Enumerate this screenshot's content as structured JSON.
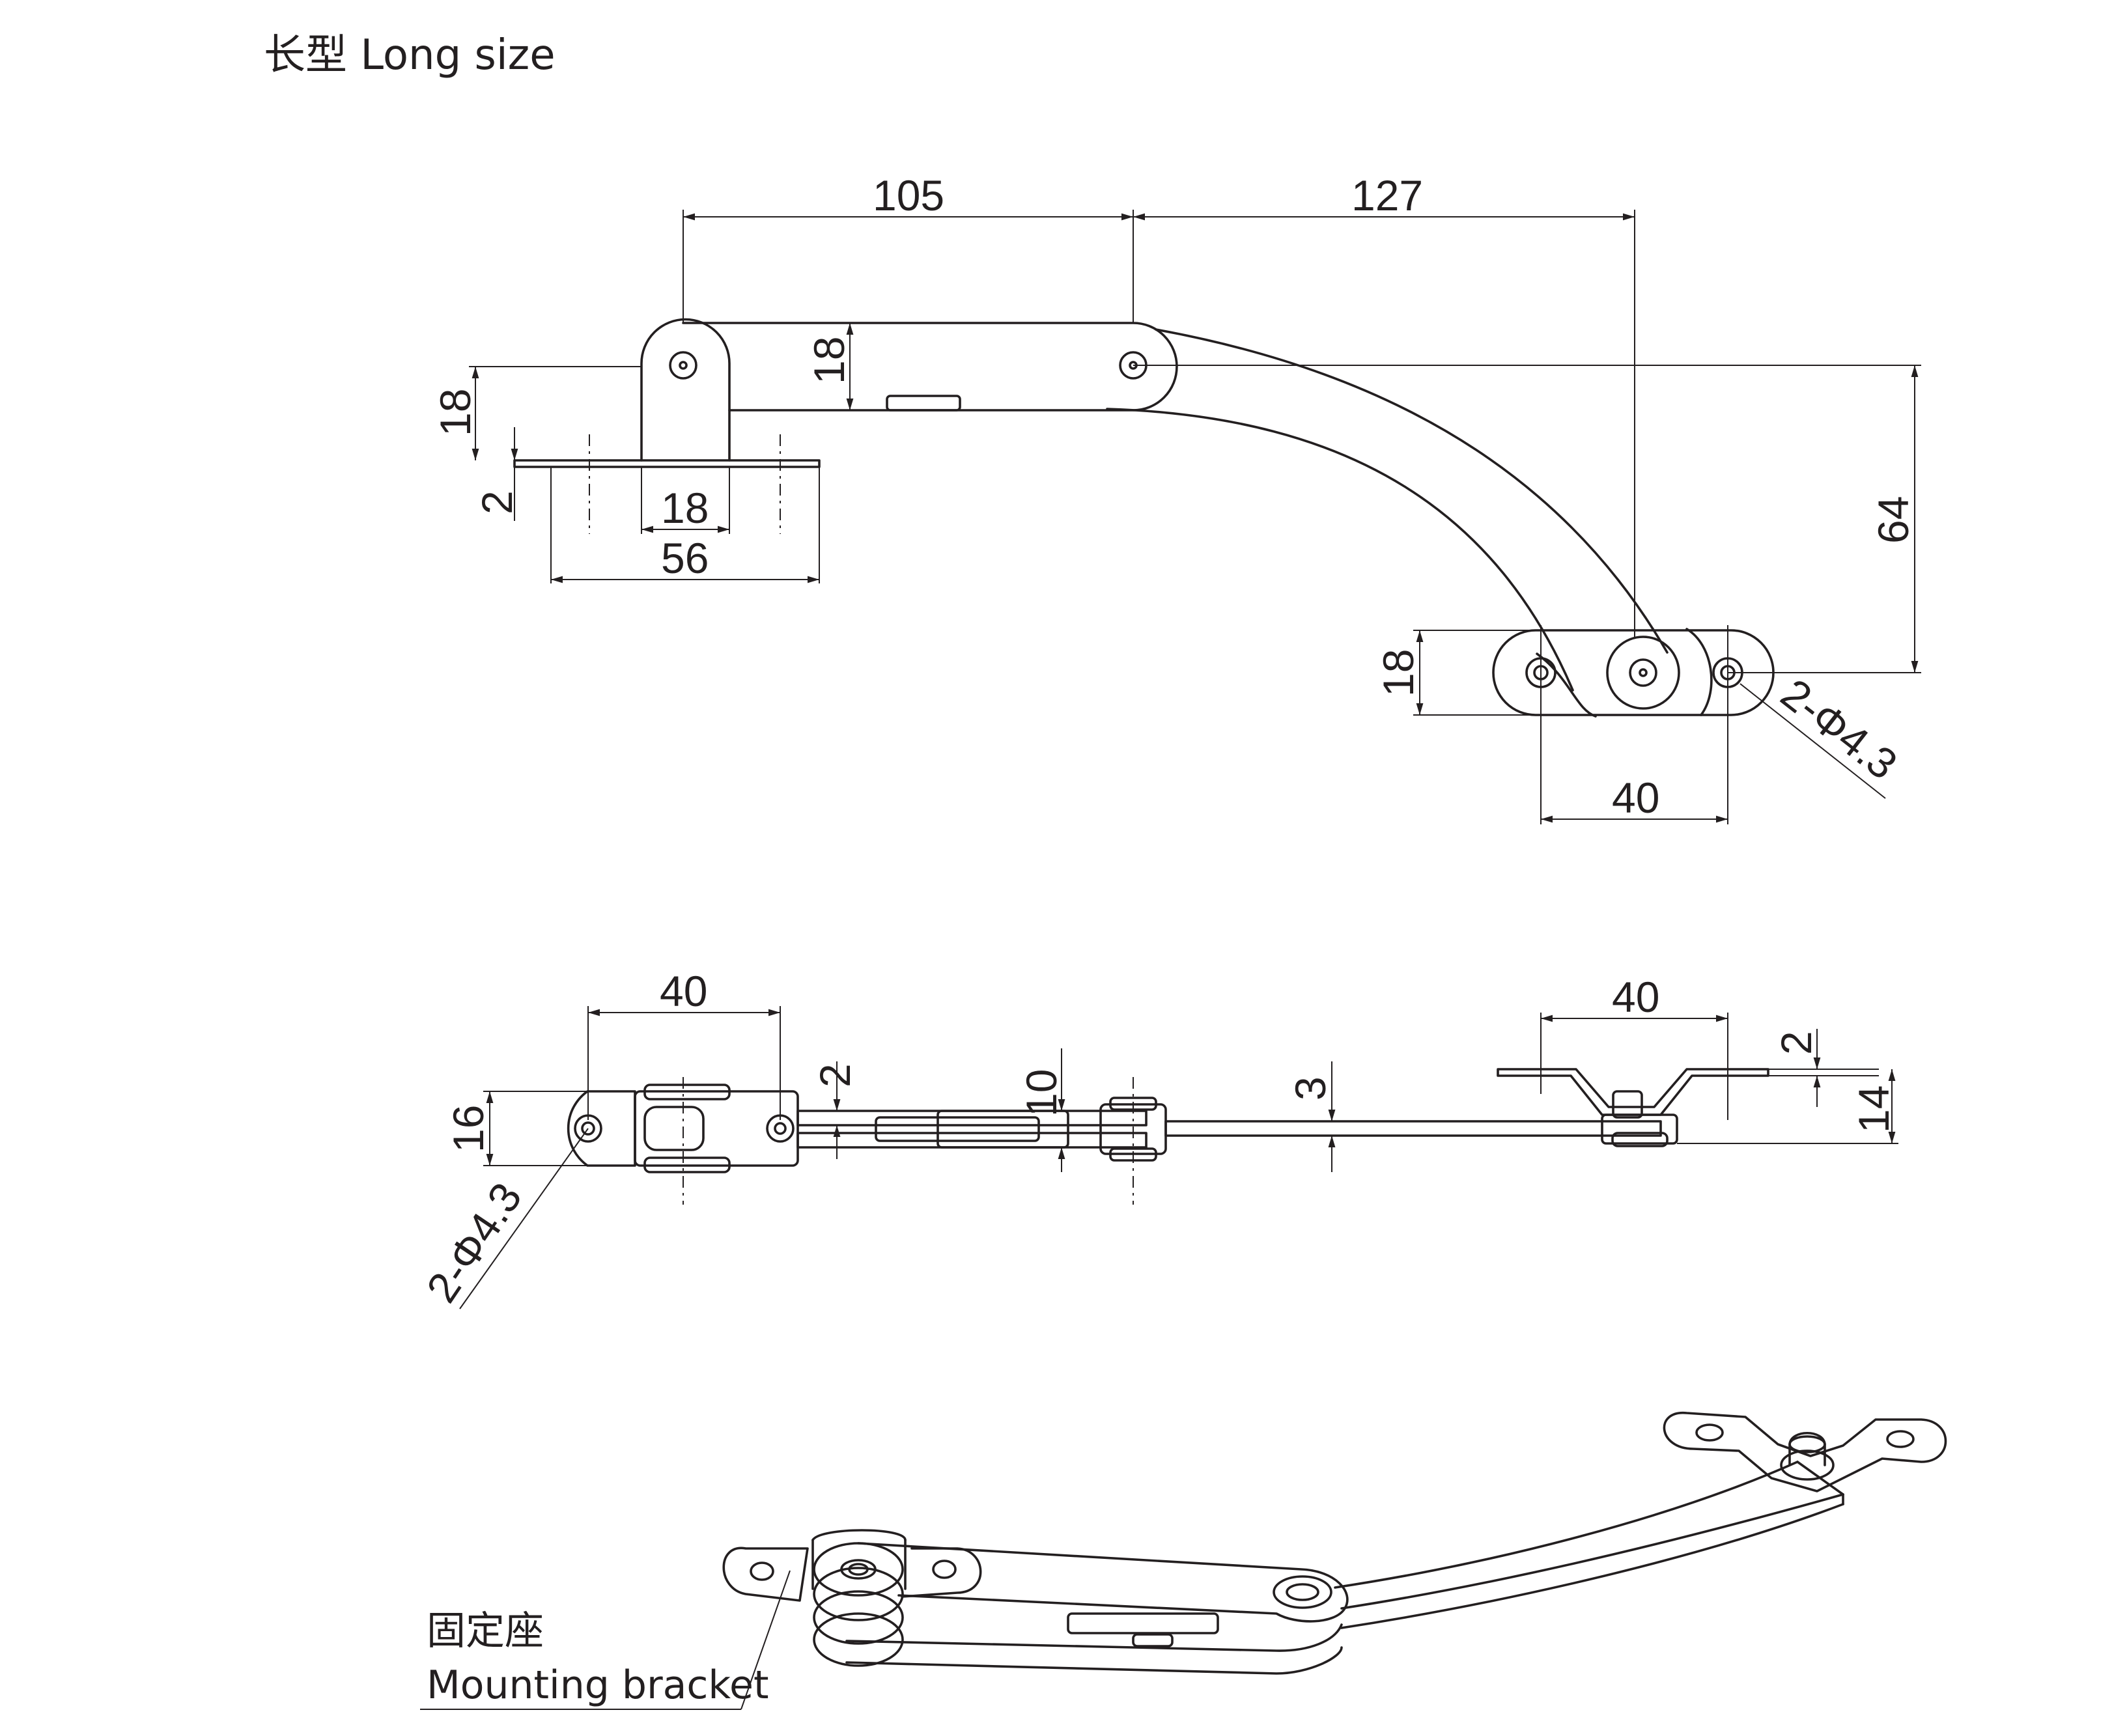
{
  "title": "长型 Long size",
  "top_view": {
    "dims": {
      "len_upper": "105",
      "len_lower": "127",
      "bracket_height": "18",
      "arm_width": "18",
      "plate_thickness": "2",
      "bracket_inner": "18",
      "bracket_width": "56",
      "drop": "64",
      "foot_height": "18",
      "foot_pitch": "40",
      "hole": "2-Φ4.3"
    }
  },
  "side_view": {
    "dims": {
      "left_pitch": "40",
      "right_pitch": "40",
      "height_left": "16",
      "gap": "2",
      "link_height": "10",
      "thickness": "3",
      "foot_thickness": "2",
      "foot_height": "14",
      "hole": "2-Φ4.3"
    }
  },
  "iso_view": {
    "callout_cn": "固定座",
    "callout_en": "Mounting bracket"
  }
}
